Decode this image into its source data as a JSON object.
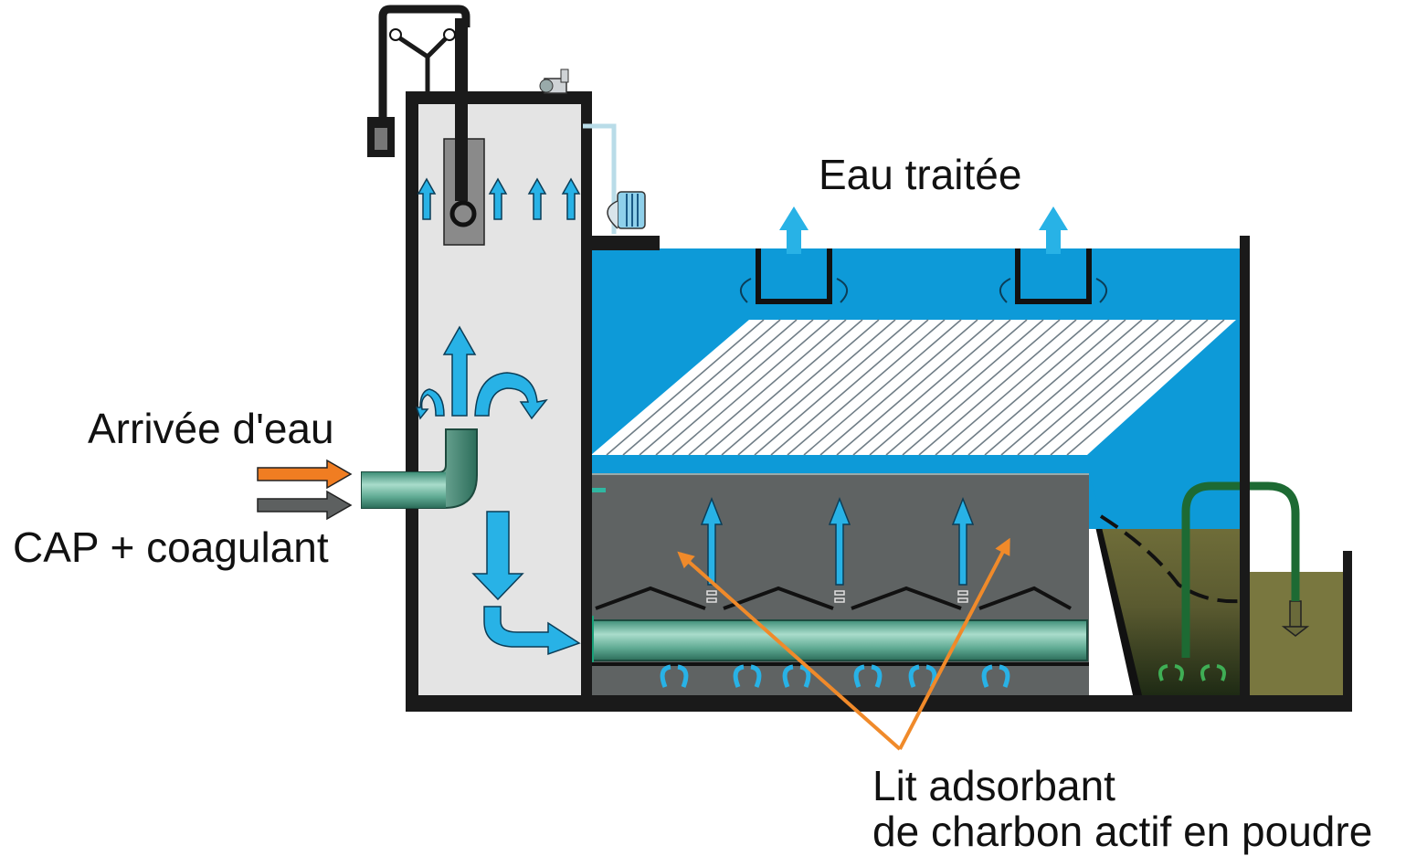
{
  "labels": {
    "treated_water": "Eau traitée",
    "water_inlet": "Arrivée d'eau",
    "cap_coagulant": "CAP + coagulant",
    "bed_line1": "Lit adsorbant",
    "bed_line2": "de charbon actif en poudre"
  },
  "colors": {
    "water_blue": "#0d9ad8",
    "flow_arrow_blue": "#28b2e6",
    "sludge_bed_gray": "#5f6363",
    "tank_wall": "#1a1a1a",
    "mixing_chamber": "#e4e4e4",
    "pipe_teal": "#6fbfa6",
    "sludge_olive": "#79773f",
    "pointer_orange": "#f08a2a",
    "inlet_orange": "#f07d22",
    "inlet_gray": "#5d6060",
    "recirc_green": "#1d6a33"
  },
  "icons": [
    "flow-arrow-icon",
    "recirculation-arrow-icon",
    "pointer-arrow-icon",
    "mixer-icon",
    "pump-icon"
  ]
}
